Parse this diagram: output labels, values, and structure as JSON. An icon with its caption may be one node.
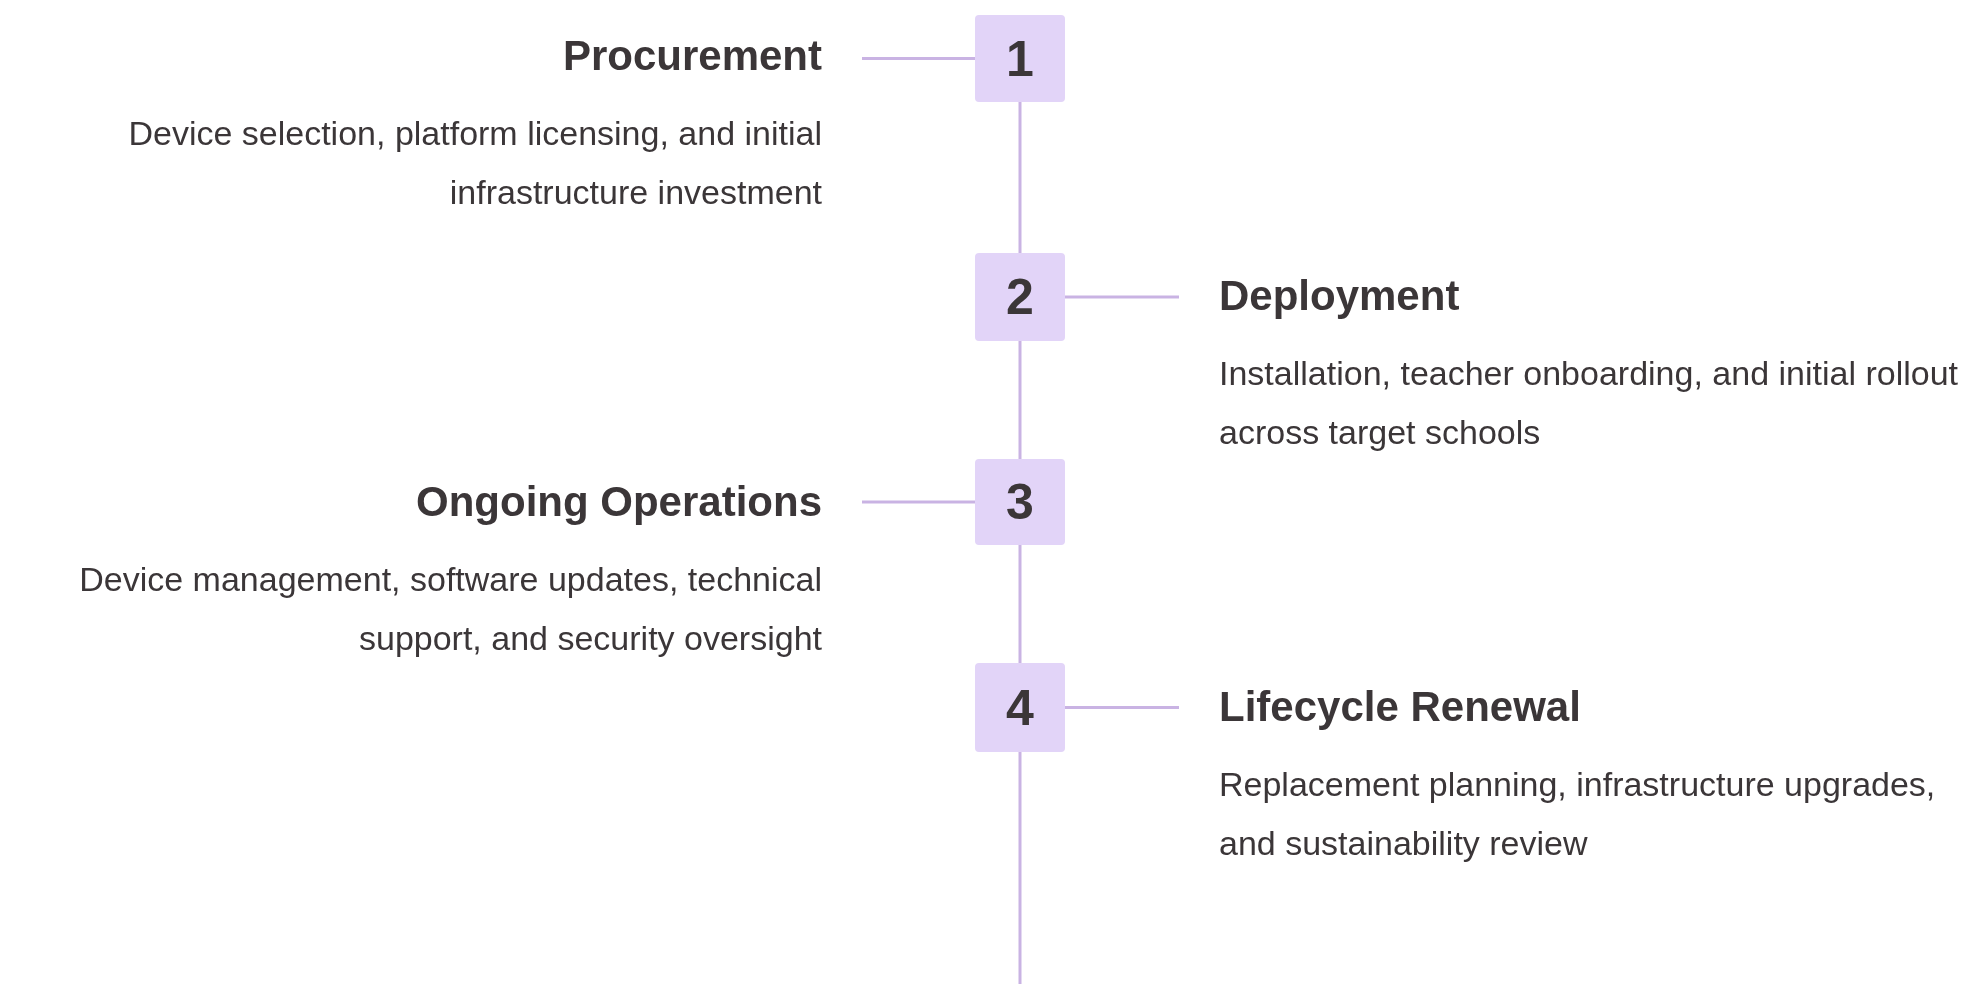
{
  "diagram": {
    "nodes": [
      {
        "text": [
          "1"
        ]
      },
      {
        "text": [
          "Procurement",
          "Device selection, platform licensing, and initial infrastructure investment"
        ]
      },
      {
        "text": [
          "2"
        ]
      },
      {
        "text": [
          "Deployment",
          "Installation, teacher onboarding, and initial rollout across target schools"
        ]
      },
      {
        "text": [
          "3"
        ]
      },
      {
        "text": [
          "Ongoing Operations",
          "Device management, software updates, technical support, and security oversight"
        ]
      },
      {
        "text": [
          "4"
        ]
      },
      {
        "text": [
          "Lifecycle Renewal",
          "Replacement planning, infrastructure upgrades, and sustainability review"
        ]
      }
    ],
    "edges": [
      {
        "from": 1,
        "to": 0,
        "arrow": "none"
      },
      {
        "from": 0,
        "to": 2,
        "arrow": "none"
      },
      {
        "from": 2,
        "to": 3,
        "arrow": "none"
      },
      {
        "from": 2,
        "to": 4,
        "arrow": "none"
      },
      {
        "from": 5,
        "to": 4,
        "arrow": "none"
      },
      {
        "from": 4,
        "to": 6,
        "arrow": "none"
      },
      {
        "from": 6,
        "to": 7,
        "arrow": "none"
      },
      {
        "from": 6,
        "to": null,
        "arrow": "none"
      }
    ]
  }
}
